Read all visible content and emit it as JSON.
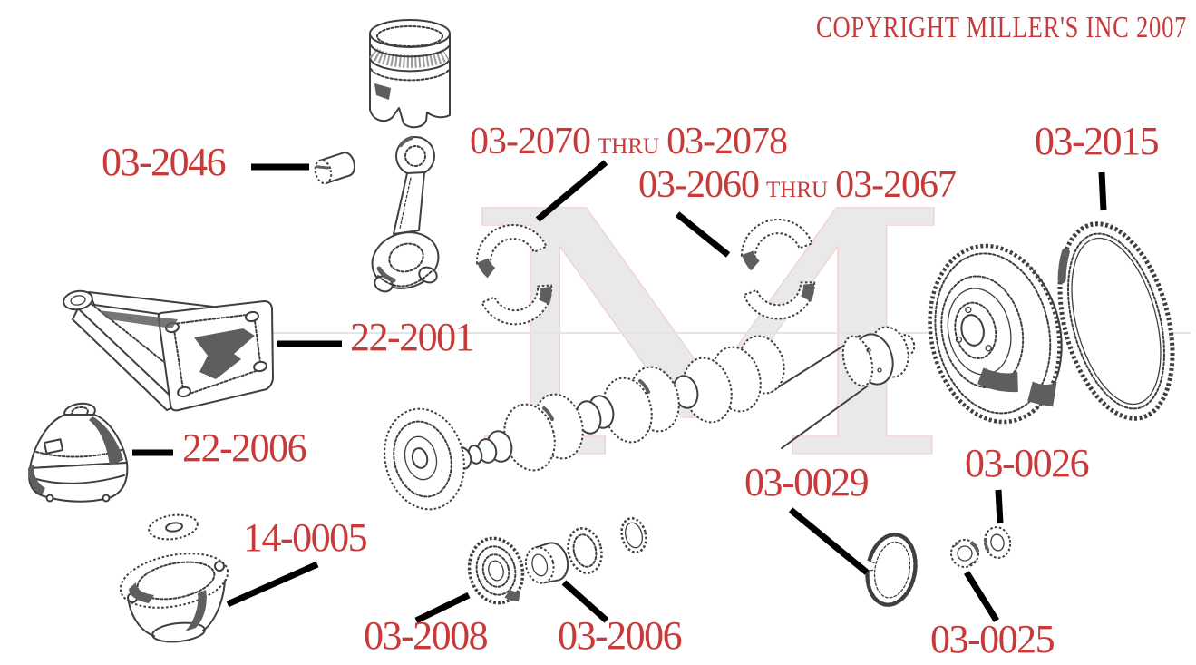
{
  "copyright": "COPYRIGHT MILLER'S INC 2007",
  "watermark": "M",
  "colors": {
    "label_red": "#c83a3a",
    "leader_black": "#000000",
    "watermark_gray": "#e9e9e9"
  },
  "labels": {
    "piston_pin_bushing": "03-2046",
    "rod_bearings": {
      "from": "03-2070",
      "thru": "THRU",
      "to": "03-2078"
    },
    "main_bearings": {
      "from": "03-2060",
      "thru": "THRU",
      "to": "03-2067"
    },
    "ring_gear": "03-2015",
    "mount_bracket": "22-2001",
    "engine_mount": "22-2006",
    "mount_cup": "14-0005",
    "front_seal": "03-2008",
    "collar": "03-2006",
    "packing_ring": "03-0029",
    "lock_washer": "03-0026",
    "crank_nut": "03-0025"
  }
}
